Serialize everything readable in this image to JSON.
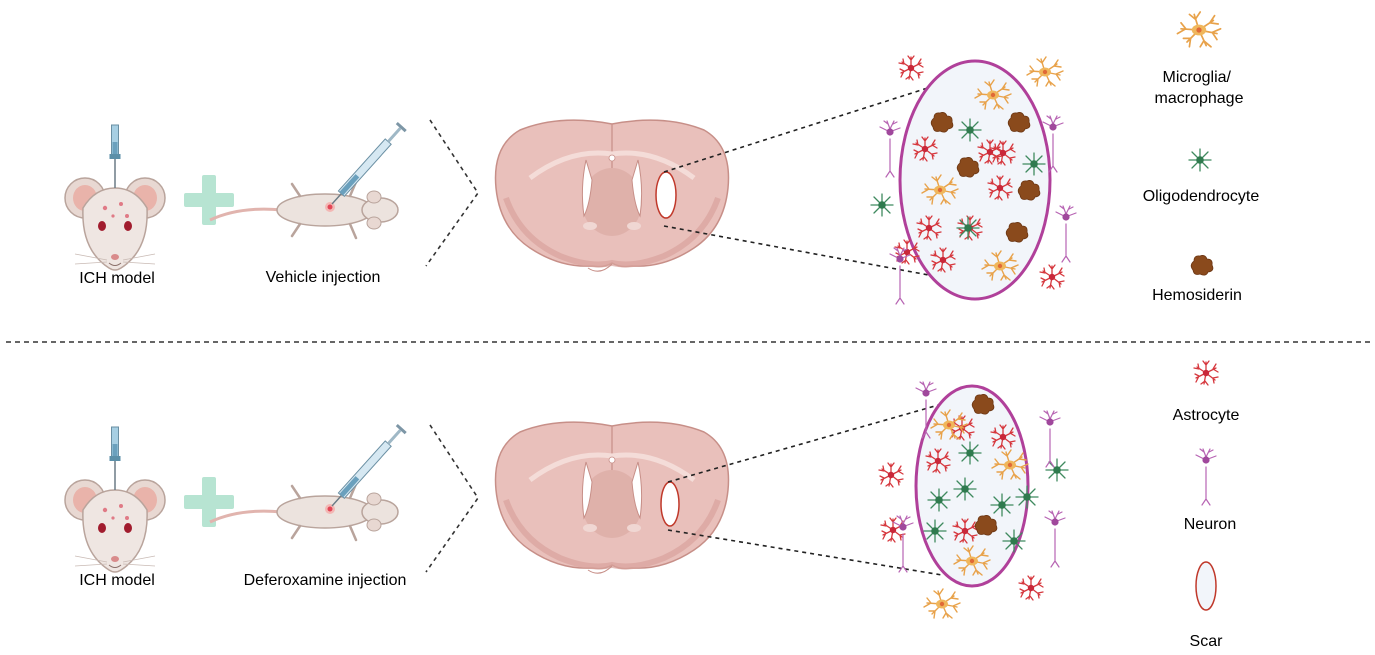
{
  "panels": [
    {
      "id": "vehicle",
      "model_label": "ICH model",
      "treatment_label": "Vehicle injection",
      "scar_cells": [
        {
          "type": "astrocyte"
        },
        {
          "type": "astrocyte"
        },
        {
          "type": "astrocyte"
        },
        {
          "type": "astrocyte"
        },
        {
          "type": "astrocyte"
        },
        {
          "type": "astrocyte"
        },
        {
          "type": "astrocyte"
        },
        {
          "type": "microglia"
        },
        {
          "type": "microglia"
        },
        {
          "type": "microglia"
        },
        {
          "type": "oligodendrocyte"
        },
        {
          "type": "oligodendrocyte"
        },
        {
          "type": "oligodendrocyte"
        },
        {
          "type": "hemosiderin"
        },
        {
          "type": "hemosiderin"
        },
        {
          "type": "hemosiderin"
        },
        {
          "type": "hemosiderin"
        },
        {
          "type": "hemosiderin"
        }
      ]
    },
    {
      "id": "deferoxamine",
      "model_label": "ICH model",
      "treatment_label": "Deferoxamine injection",
      "scar_cells": [
        {
          "type": "astrocyte"
        },
        {
          "type": "astrocyte"
        },
        {
          "type": "astrocyte"
        },
        {
          "type": "astrocyte"
        },
        {
          "type": "microglia"
        },
        {
          "type": "microglia"
        },
        {
          "type": "microglia"
        },
        {
          "type": "oligodendrocyte"
        },
        {
          "type": "oligodendrocyte"
        },
        {
          "type": "oligodendrocyte"
        },
        {
          "type": "oligodendrocyte"
        },
        {
          "type": "oligodendrocyte"
        },
        {
          "type": "oligodendrocyte"
        },
        {
          "type": "oligodendrocyte"
        },
        {
          "type": "hemosiderin"
        },
        {
          "type": "hemosiderin"
        }
      ]
    }
  ],
  "legend": [
    {
      "key": "microglia",
      "label": "Microglia/\nmacrophage",
      "icon": "microglia-icon",
      "color": "#e8a24a"
    },
    {
      "key": "oligodendrocyte",
      "label": "Oligodendrocyte",
      "icon": "oligodendrocyte-icon",
      "color": "#3f8a5f"
    },
    {
      "key": "hemosiderin",
      "label": "Hemosiderin",
      "icon": "hemosiderin-icon",
      "color": "#8a4a1c"
    },
    {
      "key": "astrocyte",
      "label": "Astrocyte",
      "icon": "astrocyte-icon",
      "color": "#d6383e"
    },
    {
      "key": "neuron",
      "label": "Neuron",
      "icon": "neuron-icon",
      "color": "#b764b3"
    },
    {
      "key": "scar",
      "label": "Scar",
      "icon": "scar-icon",
      "color": "#c0392b"
    }
  ],
  "colors": {
    "plus": "#b7e4d2",
    "brain": "#e9c0bb",
    "brain_dark": "#d49e98",
    "scar_outline": "#b0409a",
    "scar_fill": "#f2f5fa"
  }
}
